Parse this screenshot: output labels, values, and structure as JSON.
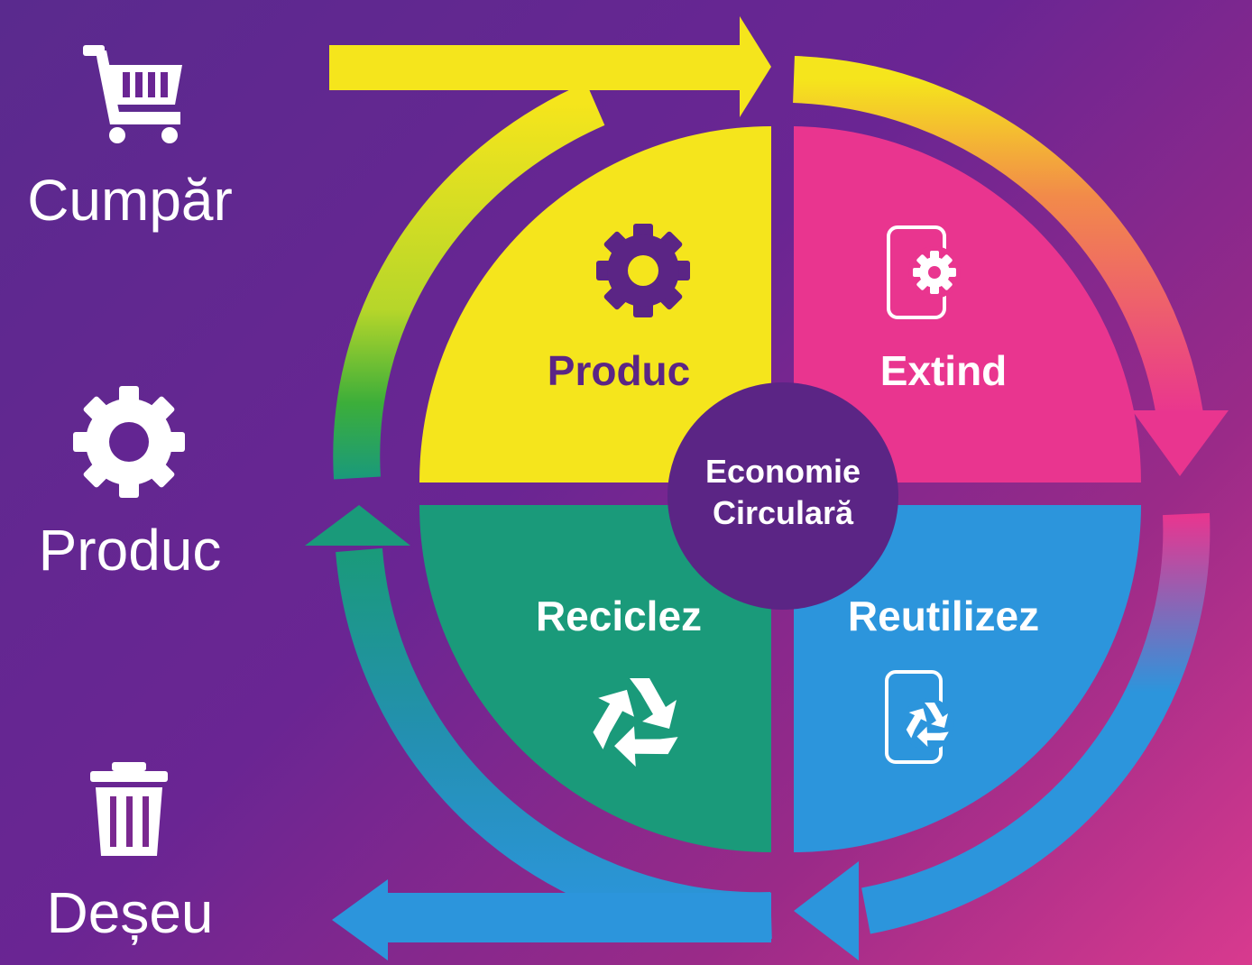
{
  "linear_economy": {
    "steps": [
      {
        "label": "Cumpăr",
        "icon": "shopping-cart-icon"
      },
      {
        "label": "Produc",
        "icon": "gear-icon"
      },
      {
        "label": "Deșeu",
        "icon": "trash-bin-icon"
      }
    ]
  },
  "circular_economy": {
    "center": {
      "line1": "Economie",
      "line2": "Circulară"
    },
    "quadrants": [
      {
        "label": "Produc",
        "icon": "gear-icon",
        "color": "#f5e51c",
        "text_color": "#5b2585"
      },
      {
        "label": "Extind",
        "icon": "phone-gear-icon",
        "color": "#e9358f",
        "text_color": "#ffffff"
      },
      {
        "label": "Reciclez",
        "icon": "recycle-icon",
        "color": "#1a9a7a",
        "text_color": "#ffffff"
      },
      {
        "label": "Reutilizez",
        "icon": "phone-recycle-icon",
        "color": "#2c95dc",
        "text_color": "#ffffff"
      }
    ]
  },
  "colors": {
    "background": "#5a2a8e",
    "divider": "#5b2585",
    "arrow_yellow": "#f5e51c",
    "arrow_green": "#1a9a7a",
    "arrow_blue": "#2c95dc",
    "arrow_pink": "#e9358f"
  }
}
